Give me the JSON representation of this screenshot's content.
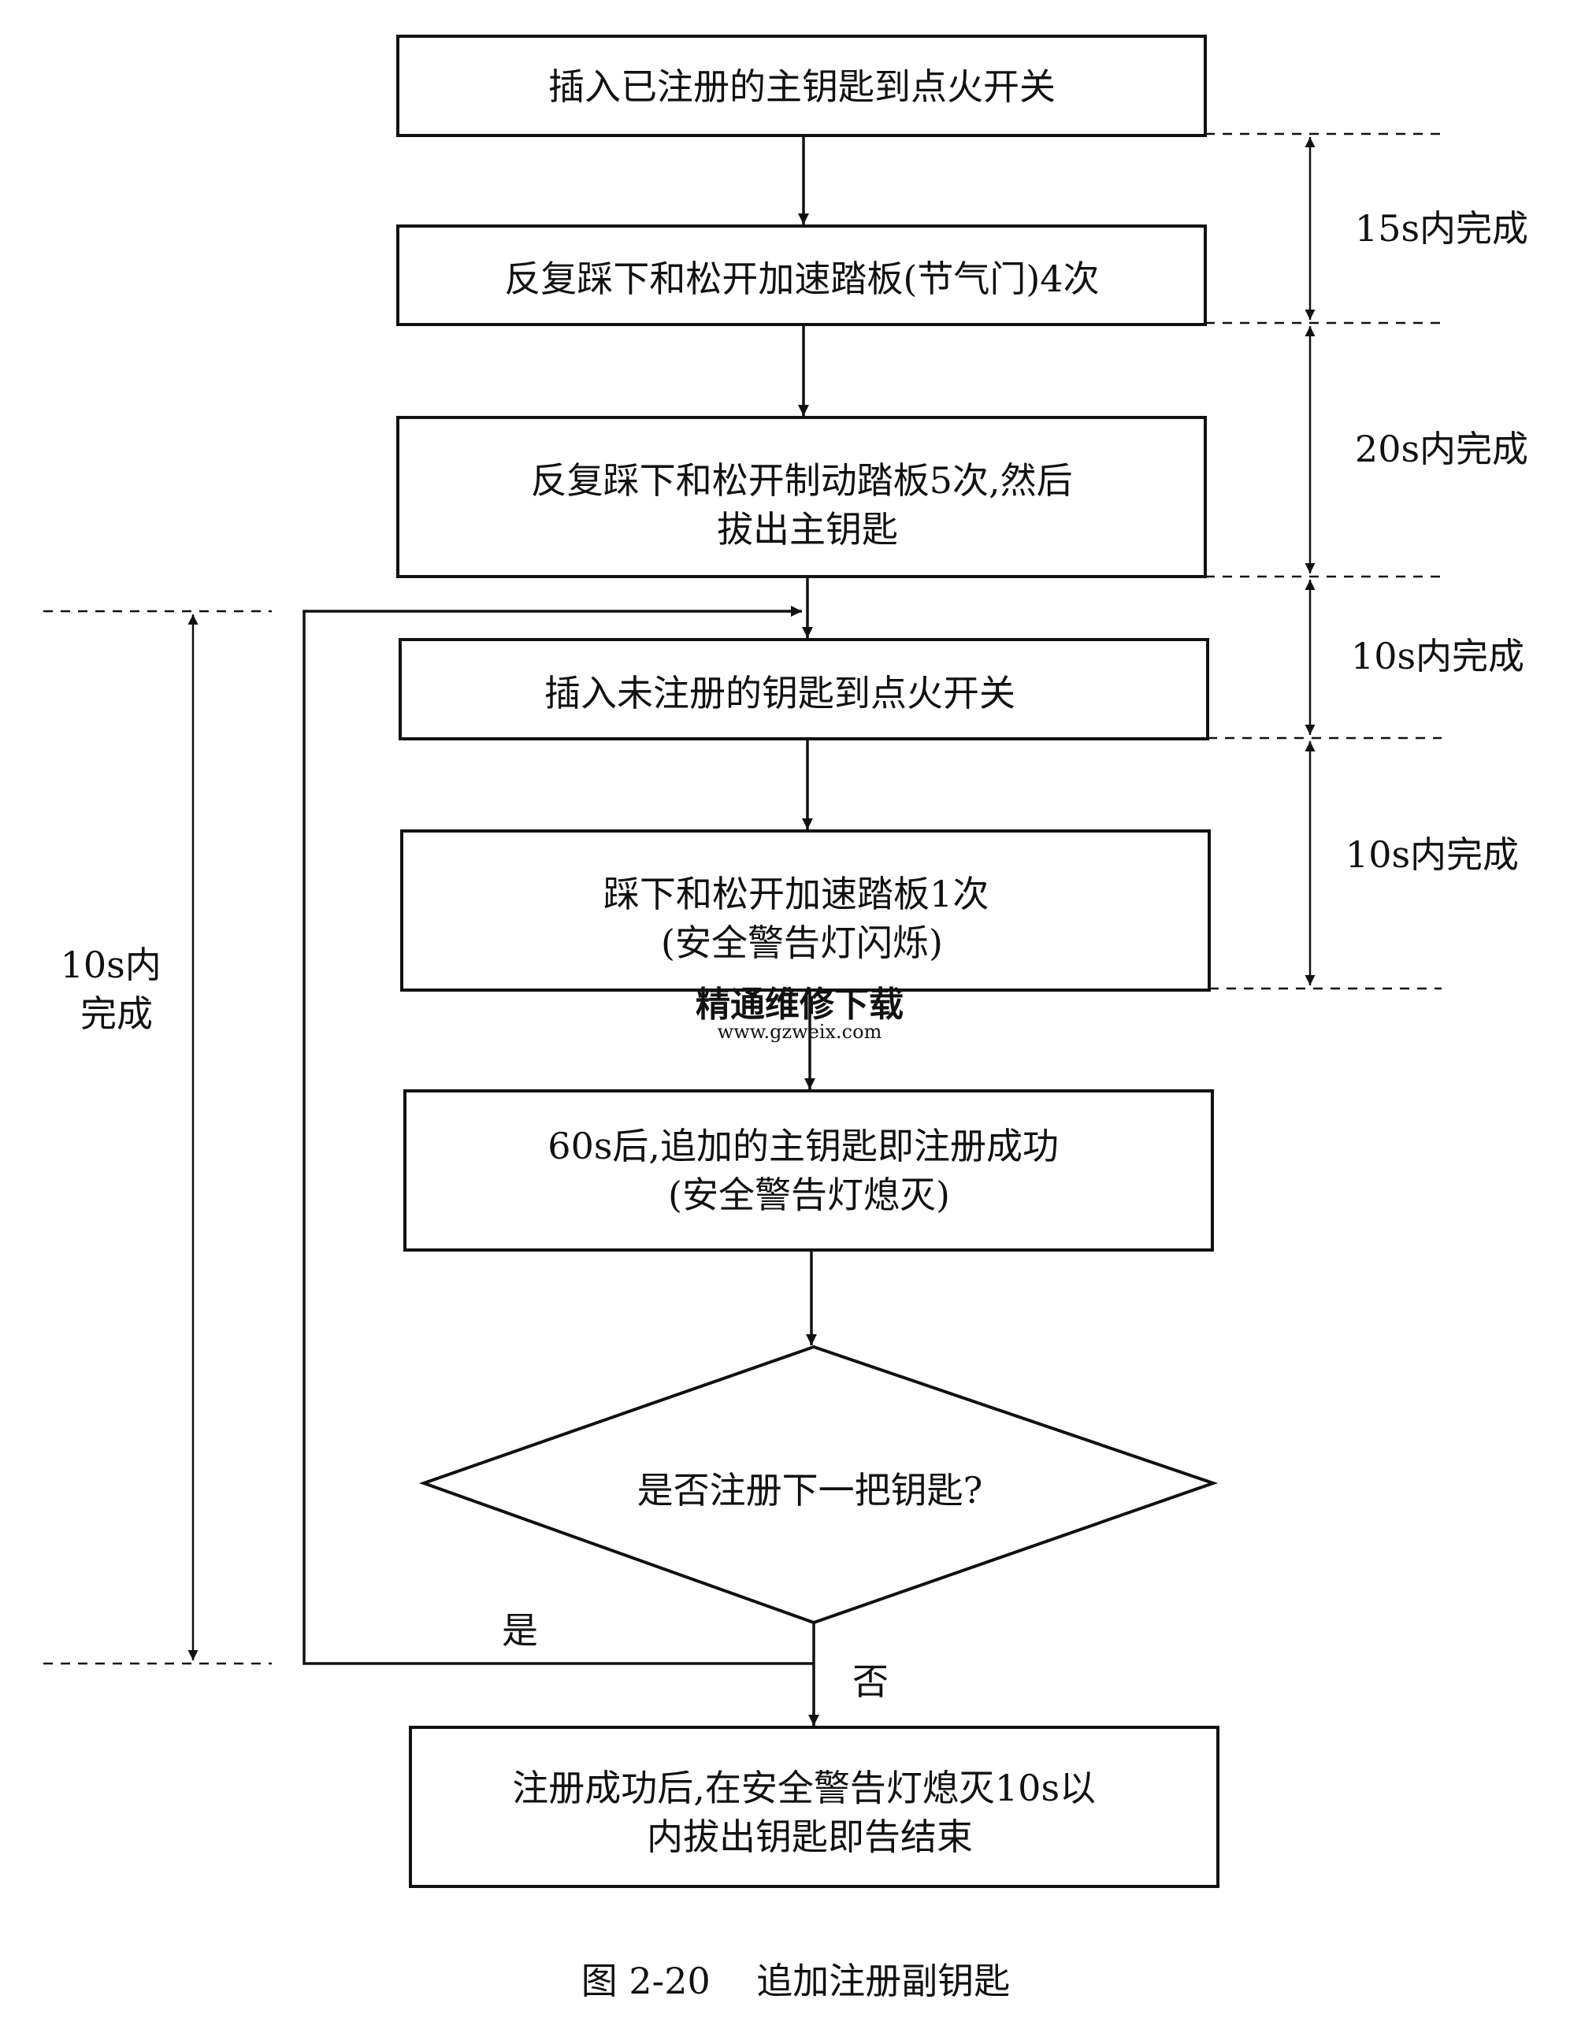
{
  "nodes": {
    "step1": {
      "lines": [
        "插入已注册的主钥匙到点火开关"
      ]
    },
    "step2": {
      "lines": [
        "反复踩下和松开加速踏板(节气门)4次"
      ]
    },
    "step3": {
      "lines": [
        "反复踩下和松开制动踏板5次,然后",
        "拔出主钥匙"
      ]
    },
    "step4": {
      "lines": [
        "插入未注册的钥匙到点火开关"
      ]
    },
    "step5": {
      "lines": [
        "踩下和松开加速踏板1次",
        "(安全警告灯闪烁)"
      ]
    },
    "step6": {
      "lines": [
        "60s后,追加的主钥匙即注册成功",
        "(安全警告灯熄灭)"
      ]
    },
    "decision": {
      "lines": [
        "是否注册下一把钥匙?"
      ]
    },
    "step7": {
      "lines": [
        "注册成功后,在安全警告灯熄灭10s以",
        "内拔出钥匙即告结束"
      ]
    }
  },
  "edge_labels": {
    "yes": "是",
    "no": "否"
  },
  "timings": {
    "t1": {
      "lines": [
        "15s内完成"
      ]
    },
    "t2": {
      "lines": [
        "20s内完成"
      ]
    },
    "t3": {
      "lines": [
        "10s内完成"
      ]
    },
    "t4": {
      "lines": [
        "10s内完成"
      ]
    },
    "left": {
      "lines": [
        "10s内",
        "完成"
      ]
    }
  },
  "watermark": {
    "line1": "精通维修下载",
    "line2": "www.gzweix.com",
    "color": "#e9b79b"
  },
  "caption": "图 2-20    追加注册副钥匙"
}
